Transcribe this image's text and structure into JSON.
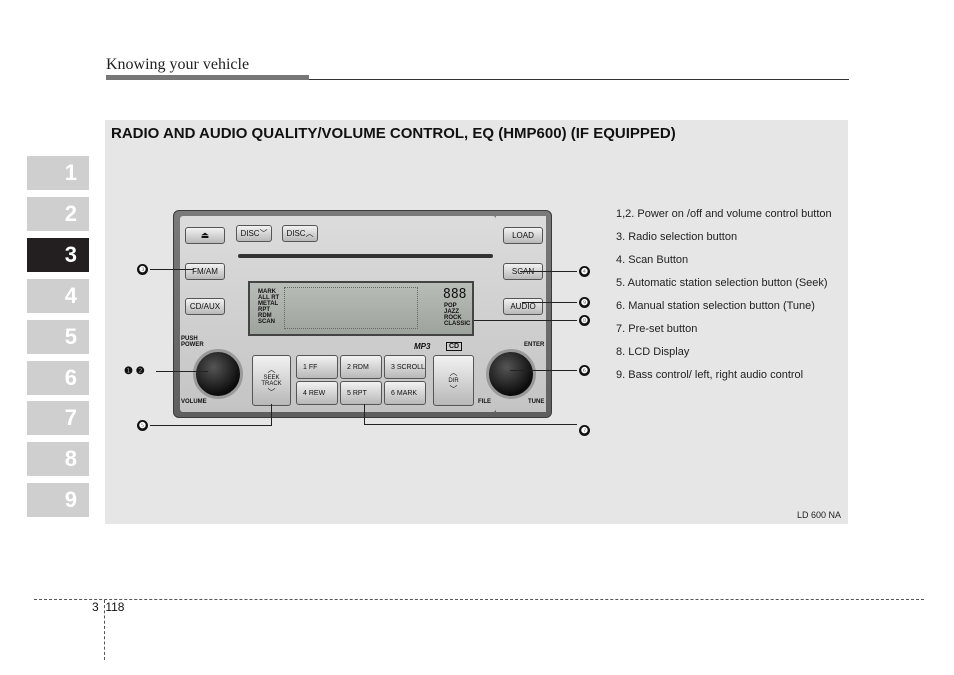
{
  "header": {
    "title": "Knowing your vehicle"
  },
  "chapters": [
    "1",
    "2",
    "3",
    "4",
    "5",
    "6",
    "7",
    "8",
    "9"
  ],
  "active_chapter": "3",
  "section_title": "RADIO AND AUDIO QUALITY/VOLUME CONTROL, EQ (HMP600) (IF EQUIPPED)",
  "radio": {
    "disc_down": "DISC",
    "disc_up": "DISC",
    "load": "LOAD",
    "fm_am": "FM/AM",
    "scan": "SCAN",
    "cd_aux": "CD/AUX",
    "audio": "AUDIO",
    "push_power": "PUSH POWER",
    "volume": "VOLUME",
    "enter": "ENTER",
    "file": "FILE",
    "tune": "TUNE",
    "seek_track": "SEEK TRACK",
    "dir": "DIR",
    "mp3": "MP3",
    "cd": "CD",
    "presets": [
      {
        "num": "1",
        "label": "FF"
      },
      {
        "num": "2",
        "label": "RDM"
      },
      {
        "num": "3",
        "label": "SCROLL"
      },
      {
        "num": "4",
        "label": "REW"
      },
      {
        "num": "5",
        "label": "RPT"
      },
      {
        "num": "6",
        "label": "MARK"
      }
    ],
    "lcd_left": [
      "MARK",
      "ALL RT",
      "METAL",
      "RPT",
      "RDM",
      "SCAN"
    ],
    "lcd_right": [
      "POP",
      "JAZZ",
      "ROCK",
      "CLASSIC"
    ],
    "lcd_digits": "888"
  },
  "callouts": [
    "❸",
    "❹",
    "❾",
    "❽",
    "❶ ❷",
    "❻",
    "❺",
    "❼"
  ],
  "legend": [
    "1,2. Power on /off and volume control button",
    "3. Radio selection button",
    "4. Scan Button",
    "5. Automatic station selection button (Seek)",
    "6. Manual station selection button (Tune)",
    "7. Pre-set button",
    "8. LCD Display",
    "9. Bass control/ left, right audio control"
  ],
  "figure_code": "LD 600 NA",
  "footer": {
    "page": "3  118"
  }
}
